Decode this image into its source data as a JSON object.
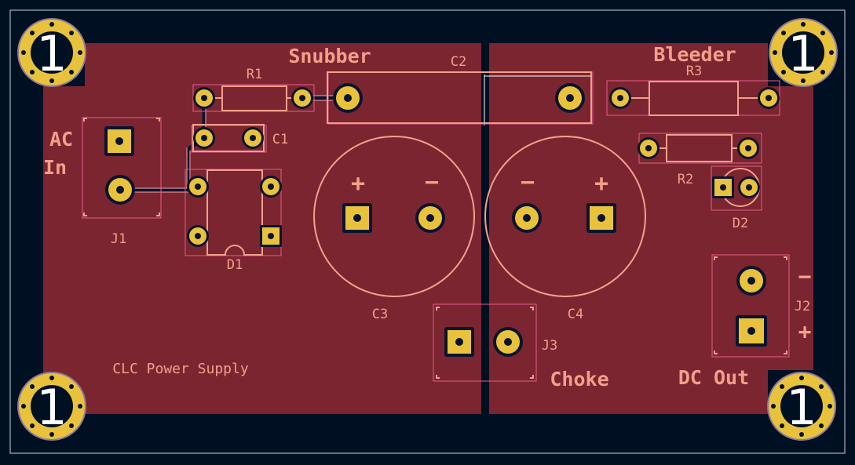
{
  "colors": {
    "background": "#001023",
    "copper_fill": "#7a2530",
    "silkscreen": "#f2a08a",
    "pad": "#e8c23c",
    "trace": "#0a1430",
    "courtyard": "#e85a8a",
    "outline": "#d0d8e0"
  },
  "labels": {
    "snubber": "Snubber",
    "bleeder": "Bleeder",
    "ac_in_1": "AC",
    "ac_in_2": "In",
    "choke": "Choke",
    "dc_out": "DC Out",
    "board_title": "CLC Power Supply"
  },
  "refs": {
    "r1": "R1",
    "r2": "R2",
    "r3": "R3",
    "c1": "C1",
    "c2": "C2",
    "c3": "C3",
    "c4": "C4",
    "d1": "D1",
    "d2": "D2",
    "j1": "J1",
    "j2": "J2",
    "j3": "J3"
  },
  "polarity": {
    "plus": "+",
    "minus": "−"
  },
  "mounting_holes": {
    "label": "1"
  }
}
